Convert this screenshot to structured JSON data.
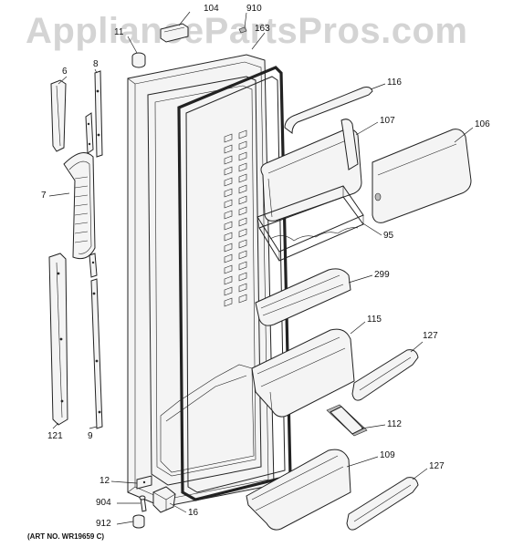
{
  "watermark": "AppliancePartsPros.com",
  "footer": "(ART NO. WR19659 C)",
  "labels": {
    "p104": "104",
    "p910": "910",
    "p11": "11",
    "p163": "163",
    "p6": "6",
    "p8": "8",
    "p116": "116",
    "p107": "107",
    "p106": "106",
    "p7": "7",
    "p95": "95",
    "p299": "299",
    "p115": "115",
    "p127a": "127",
    "p112": "112",
    "p121": "121",
    "p9": "9",
    "p109": "109",
    "p127b": "127",
    "p12": "12",
    "p904": "904",
    "p16": "16",
    "p912": "912"
  }
}
